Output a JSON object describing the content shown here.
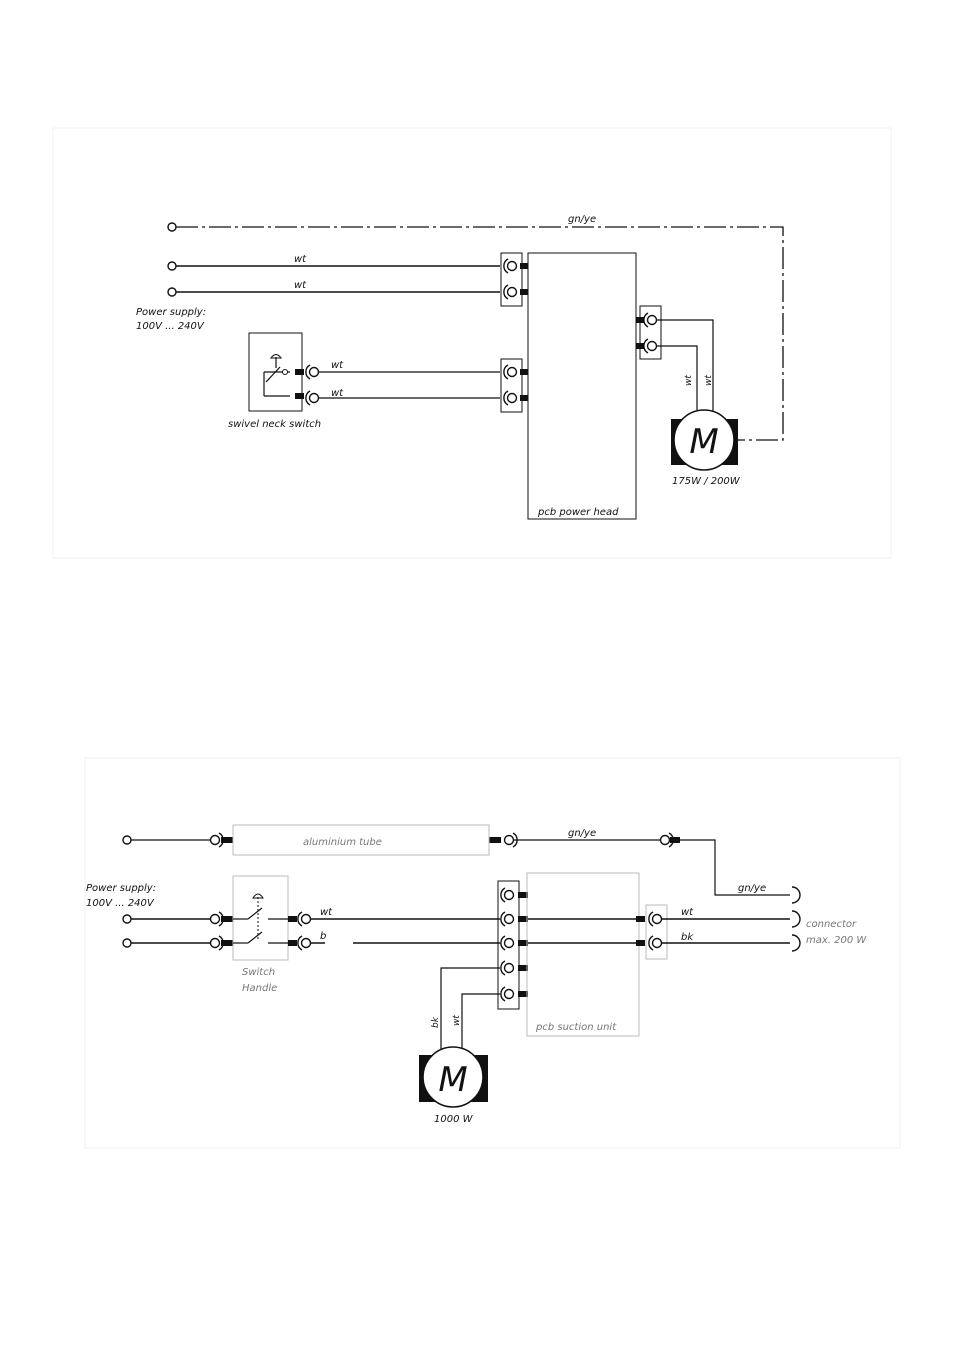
{
  "diagram1": {
    "wire_gnye": "gn/ye",
    "wire_wt_1": "wt",
    "wire_wt_2": "wt",
    "power_supply_line1": "Power supply:",
    "power_supply_line2": "100V ... 240V",
    "switch_wire_1": "wt",
    "switch_wire_2": "wt",
    "switch_label": "swivel neck switch",
    "pcb_label": "pcb power head",
    "motor_wire_1": "wt",
    "motor_wire_2": "wt",
    "motor_symbol": "M",
    "motor_rating": "175W / 200W"
  },
  "diagram2": {
    "tube_label": "aluminium tube",
    "wire_gnye_top": "gn/ye",
    "wire_gnye_connector": "gn/ye",
    "power_supply_line1": "Power supply:",
    "power_supply_line2": "100V ... 240V",
    "handle_wire_1": "wt",
    "handle_wire_2": "b",
    "switch_label_line1": "Switch",
    "switch_label_line2": "Handle",
    "pcb_wire_wt": "wt",
    "pcb_wire_bk": "bk",
    "connector_line1": "connector",
    "connector_line2": "max. 200 W",
    "pcb_label": "pcb suction unit",
    "motor_wire_bk": "bk",
    "motor_wire_wt": "wt",
    "motor_symbol": "M",
    "motor_rating": "1000 W"
  }
}
